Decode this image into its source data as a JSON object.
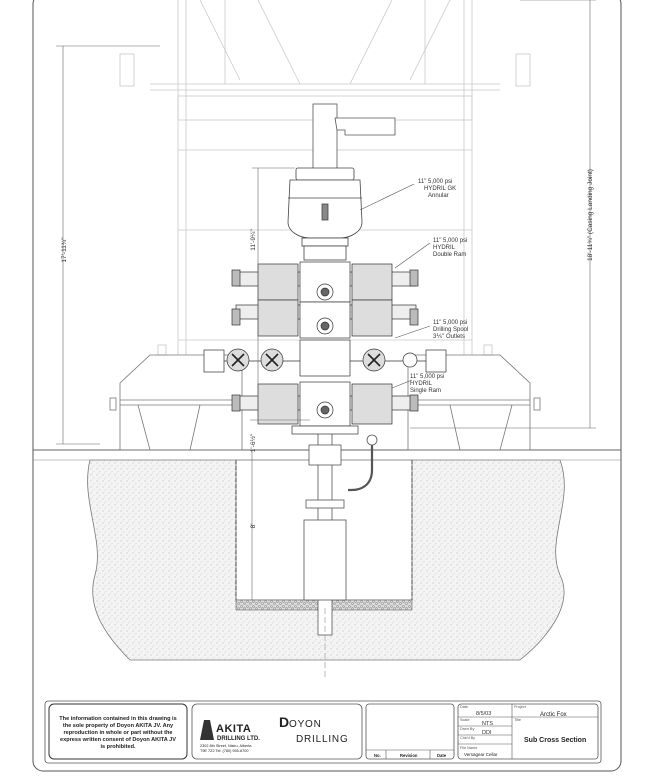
{
  "drawing": {
    "labels": {
      "annular": [
        "11\" 5,000 psi",
        "HYDRIL GK",
        "Annular"
      ],
      "double_ram": [
        "11\" 5,000 psi",
        "HYDRIL",
        "Double Ram"
      ],
      "spool": [
        "11\" 5,000 psi",
        "Drilling Spool",
        "3⅕\" Outlets"
      ],
      "single_ram": [
        "11\" 5,000 psi",
        "HYDRIL",
        "Single Ram"
      ]
    },
    "dimensions": {
      "left_total": "17'-11¾\"",
      "stack_height": "11'-9¼\"",
      "lower": "1'-6½\"",
      "cellar_depth": "8'",
      "right_total": "18'-11¾\" (Casing Landing Joint)"
    }
  },
  "title_block": {
    "disclaimer": [
      "The information contained in this drawing is",
      "the sole property of Doyon AKITA JV. Any",
      "reproduction in whole or part without the",
      "express written consent of Doyon AKITA JV",
      "is prohibited."
    ],
    "akita": {
      "name": "AKITA",
      "sub": "DRILLING LTD.",
      "address": [
        "2302 8th Street, Nisku, Alberta",
        "T9E 7Z2  Tel: (780) 955-6700"
      ]
    },
    "doyon": {
      "line1": "OYON",
      "line1_initial": "D",
      "line2": "DRILLING"
    },
    "revision": {
      "col_no": "No.",
      "col_rev": "Revision",
      "col_date": "Date"
    },
    "info": {
      "date_label": "Date",
      "date_value": "8/5/03",
      "scale_label": "Scale",
      "scale_value": "NTS",
      "drawn_label": "Drwn By",
      "drawn_value": "DDI",
      "checked_label": "Chk'd By",
      "file_label": "File Name",
      "file_value": "Versagear Cellar",
      "project_label": "Project",
      "project_value": "Arctic Fox",
      "title_label": "Title",
      "title_value": "Sub Cross Section"
    }
  }
}
